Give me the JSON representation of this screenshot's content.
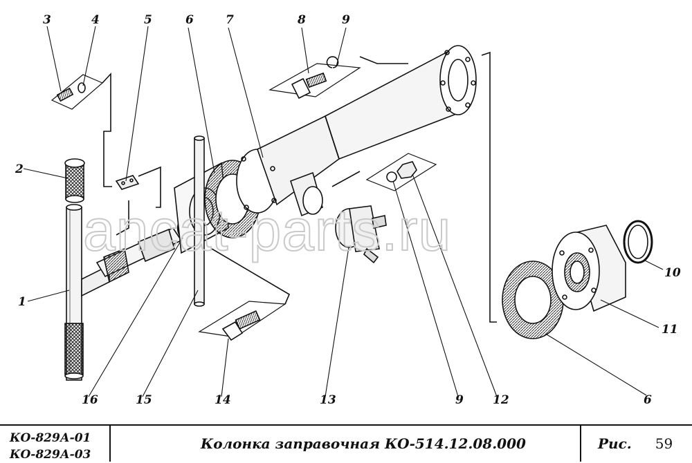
{
  "callouts": [
    {
      "id": "c1",
      "label": "1"
    },
    {
      "id": "c2",
      "label": "2"
    },
    {
      "id": "c3",
      "label": "3"
    },
    {
      "id": "c4",
      "label": "4"
    },
    {
      "id": "c5",
      "label": "5"
    },
    {
      "id": "c6a",
      "label": "6"
    },
    {
      "id": "c7",
      "label": "7"
    },
    {
      "id": "c8",
      "label": "8"
    },
    {
      "id": "c9a",
      "label": "9"
    },
    {
      "id": "c10",
      "label": "10"
    },
    {
      "id": "c11",
      "label": "11"
    },
    {
      "id": "c6b",
      "label": "6"
    },
    {
      "id": "c12",
      "label": "12"
    },
    {
      "id": "c9b",
      "label": "9"
    },
    {
      "id": "c13",
      "label": "13"
    },
    {
      "id": "c14",
      "label": "14"
    },
    {
      "id": "c15",
      "label": "15"
    },
    {
      "id": "c16",
      "label": "16"
    }
  ],
  "watermark": "ancat-parts.ru",
  "title_block": {
    "model_1": "КО-829А-01",
    "model_2": "КО-829А-03",
    "title": "Колонка заправочная КО-514.12.08.000",
    "fig_label": "Рис.",
    "fig_number": "59"
  }
}
